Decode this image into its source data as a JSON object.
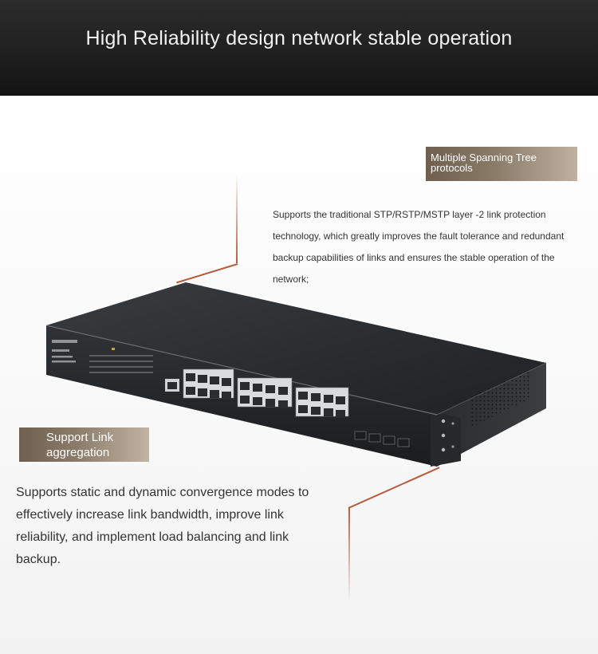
{
  "header": {
    "title": "High Reliability design network stable operation"
  },
  "features": {
    "stp": {
      "tag": "Multiple Spanning Tree protocols",
      "description": "Supports the traditional STP/RSTP/MSTP layer -2 link protection technology, which greatly improves the fault tolerance and redundant backup capabilities of links and ensures the stable operation of the network;"
    },
    "link_aggregation": {
      "tag": "Support Link aggregation",
      "description": "Supports static and dynamic convergence modes to effectively increase link bandwidth, improve link reliability, and implement load balancing and link backup."
    }
  },
  "colors": {
    "accent_line": "#b85a3c",
    "tag_dark": "#6f5f4e",
    "tag_light": "#bfb0a0",
    "header_bg": "#1e1e1e"
  },
  "icons": {
    "device": "network-switch-illustration"
  }
}
